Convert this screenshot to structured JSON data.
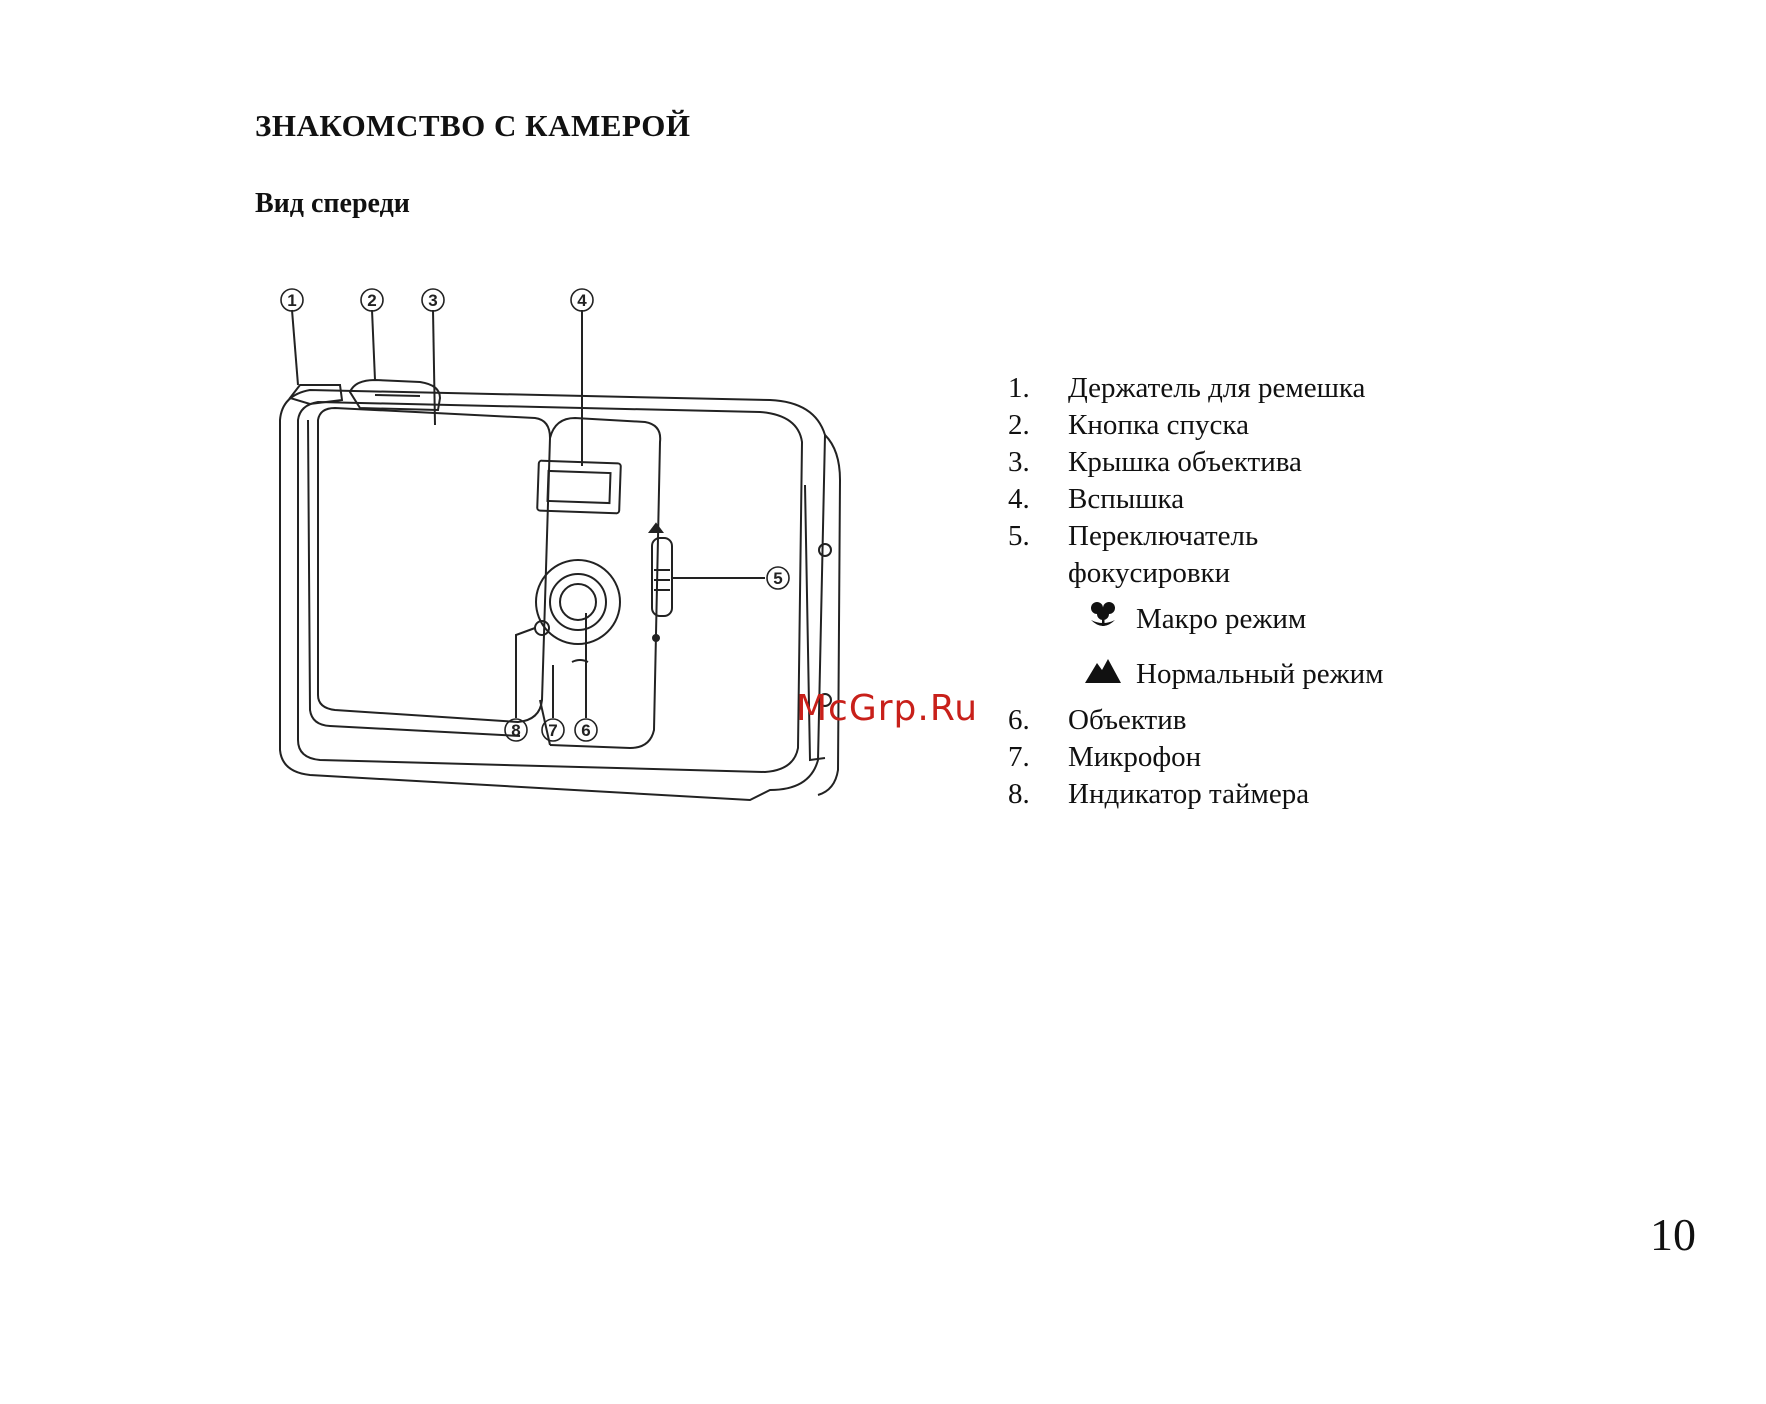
{
  "page": {
    "title": "ЗНАКОМСТВО С КАМЕРОЙ",
    "section": "Вид спереди",
    "page_number": "10",
    "watermark": "McGrp.Ru"
  },
  "figure": {
    "callouts": [
      "1",
      "2",
      "3",
      "4",
      "5",
      "6",
      "7",
      "8"
    ]
  },
  "legend": {
    "items": [
      {
        "num": "1.",
        "text": "Держатель для ремешка"
      },
      {
        "num": "2.",
        "text": "Кнопка спуска"
      },
      {
        "num": "3.",
        "text": "Крышка объектива"
      },
      {
        "num": "4.",
        "text": "Вспышка"
      },
      {
        "num": "5.",
        "text": "Переключатель"
      },
      {
        "num": "",
        "text": "фокусировки"
      }
    ],
    "sub_items": [
      {
        "icon": "macro-flower-icon",
        "text": "Макро режим"
      },
      {
        "icon": "mountain-icon",
        "text": "Нормальный режим"
      }
    ],
    "items_after": [
      {
        "num": "6.",
        "text": "Объектив"
      },
      {
        "num": "7.",
        "text": "Микрофон"
      },
      {
        "num": "8.",
        "text": "Индикатор таймера"
      }
    ]
  },
  "colors": {
    "watermark": "#c8201a",
    "text": "#111111",
    "line": "#222222"
  }
}
